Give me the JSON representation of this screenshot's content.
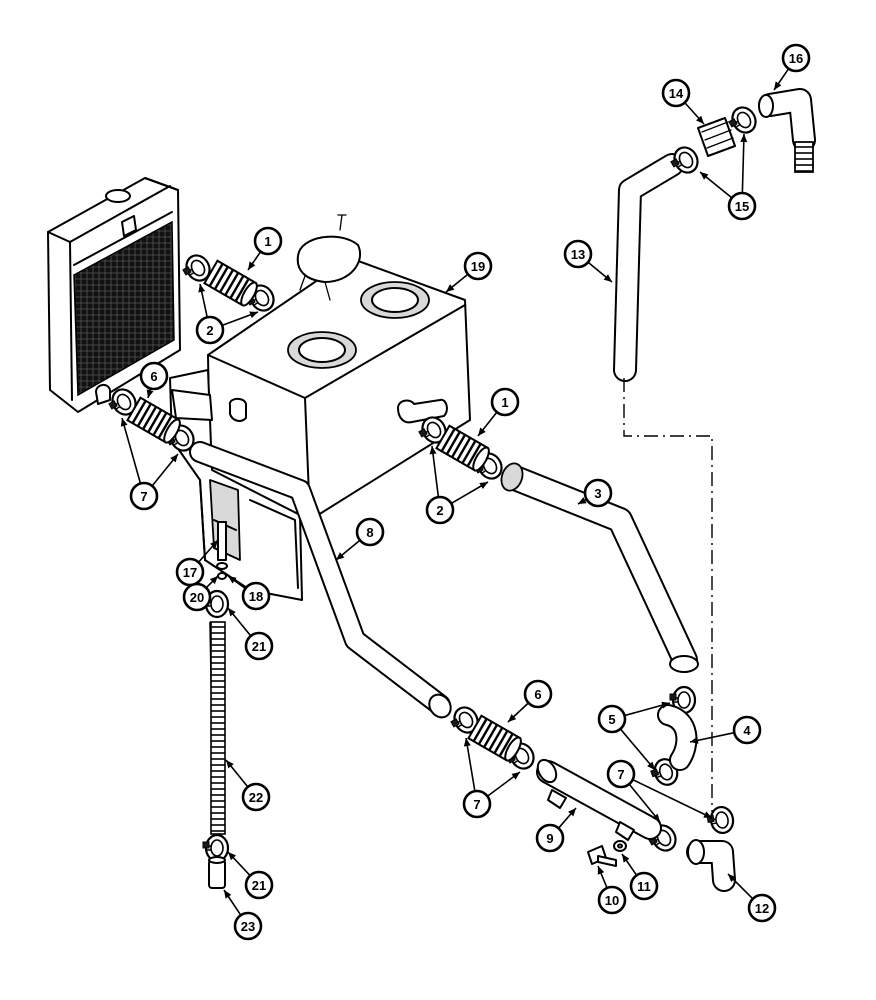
{
  "diagram": {
    "callouts": [
      {
        "id": "c1a",
        "label": "1"
      },
      {
        "id": "c1b",
        "label": "1"
      },
      {
        "id": "c2a",
        "label": "2"
      },
      {
        "id": "c2b",
        "label": "2"
      },
      {
        "id": "c3",
        "label": "3"
      },
      {
        "id": "c4",
        "label": "4"
      },
      {
        "id": "c5",
        "label": "5"
      },
      {
        "id": "c6a",
        "label": "6"
      },
      {
        "id": "c6b",
        "label": "6"
      },
      {
        "id": "c7a",
        "label": "7"
      },
      {
        "id": "c7b",
        "label": "7"
      },
      {
        "id": "c7c",
        "label": "7"
      },
      {
        "id": "c8",
        "label": "8"
      },
      {
        "id": "c9",
        "label": "9"
      },
      {
        "id": "c10",
        "label": "10"
      },
      {
        "id": "c11",
        "label": "11"
      },
      {
        "id": "c12",
        "label": "12"
      },
      {
        "id": "c13",
        "label": "13"
      },
      {
        "id": "c14",
        "label": "14"
      },
      {
        "id": "c15",
        "label": "15"
      },
      {
        "id": "c16",
        "label": "16"
      },
      {
        "id": "c17",
        "label": "17"
      },
      {
        "id": "c18",
        "label": "18"
      },
      {
        "id": "c19",
        "label": "19"
      },
      {
        "id": "c20",
        "label": "20"
      },
      {
        "id": "c21a",
        "label": "21"
      },
      {
        "id": "c21b",
        "label": "21"
      },
      {
        "id": "c22",
        "label": "22"
      },
      {
        "id": "c23",
        "label": "23"
      }
    ]
  }
}
